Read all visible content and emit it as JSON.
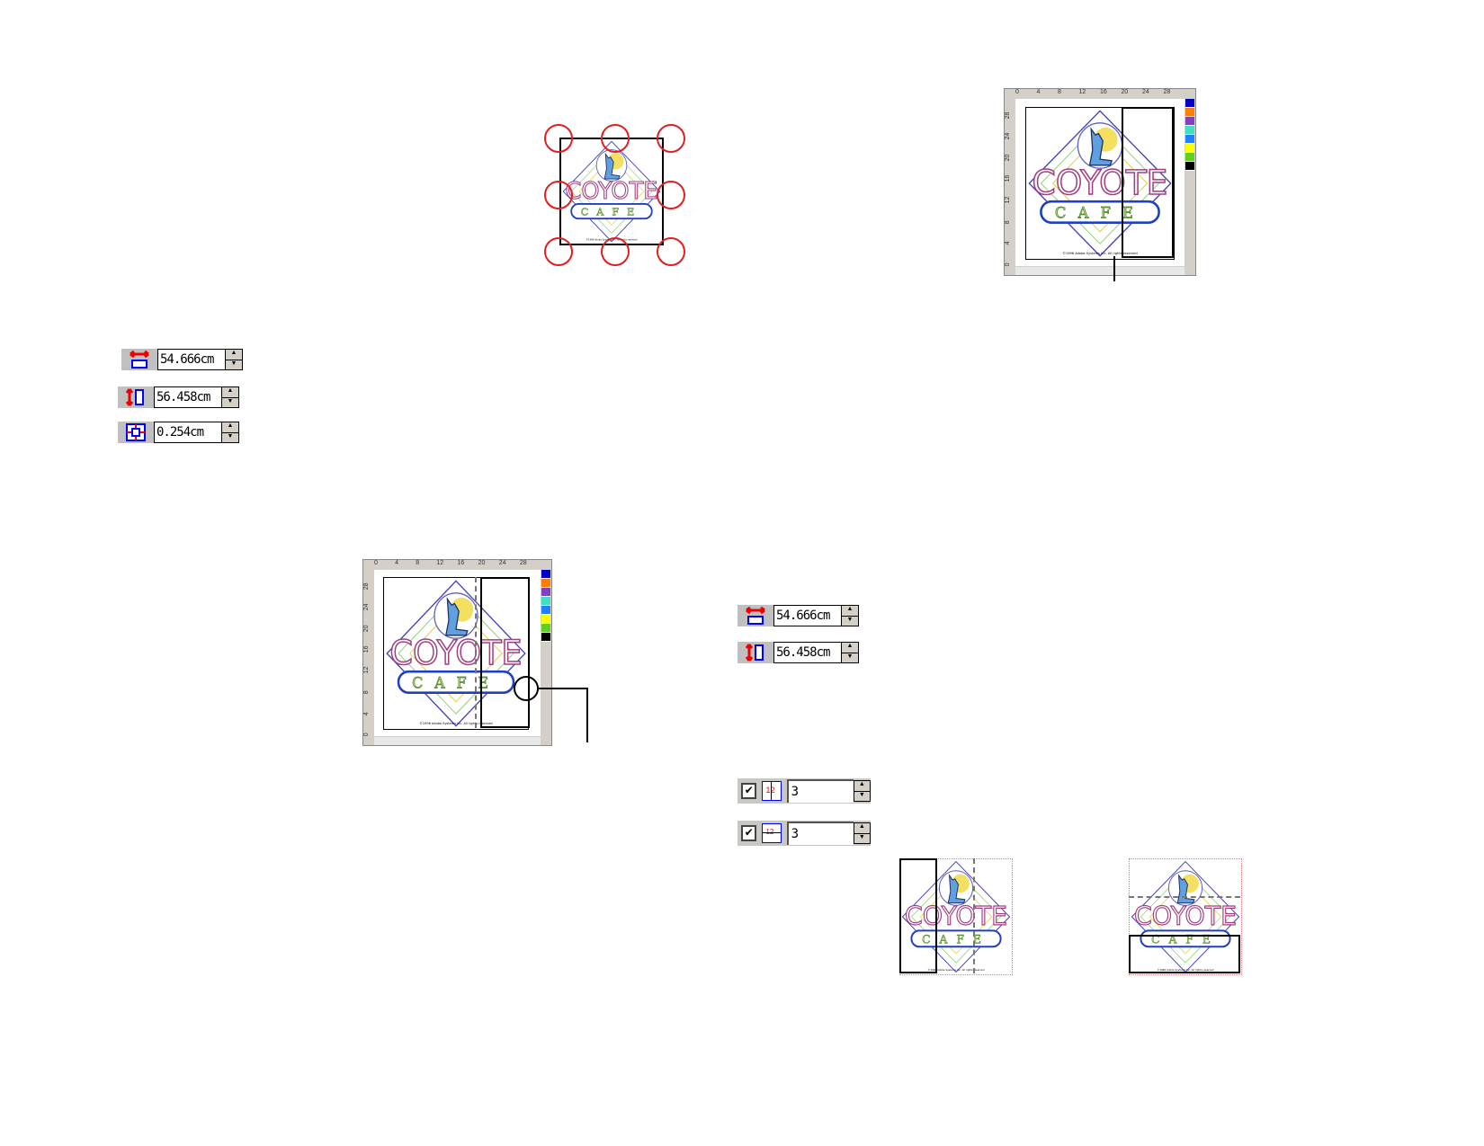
{
  "logo": {
    "line1": "COYOTE",
    "line2": "CAFE",
    "copyright": "©1996 Adobe Systems Inc. All rights reserved"
  },
  "ruler": {
    "horizontal": [
      "0",
      "4",
      "8",
      "12",
      "16",
      "20",
      "24",
      "28"
    ],
    "vertical": [
      "28",
      "24",
      "20",
      "16",
      "12",
      "8",
      "4",
      "0"
    ]
  },
  "palette": [
    "#0000c0",
    "#ff8000",
    "#8040c0",
    "#40e0c0",
    "#2080ff",
    "#ffff00",
    "#60d020",
    "#000000"
  ],
  "left_fields": {
    "width": "54.666cm",
    "height": "56.458cm",
    "overlap": "0.254cm"
  },
  "right_fields": {
    "width": "54.666cm",
    "height": "56.458cm"
  },
  "tiles": {
    "columns": {
      "checked": true,
      "icon": "12",
      "value": "3"
    },
    "rows": {
      "checked": true,
      "icon": "12",
      "value": "3"
    }
  },
  "spinner": {
    "up": "▲",
    "down": "▼"
  },
  "check_mark": "✔"
}
